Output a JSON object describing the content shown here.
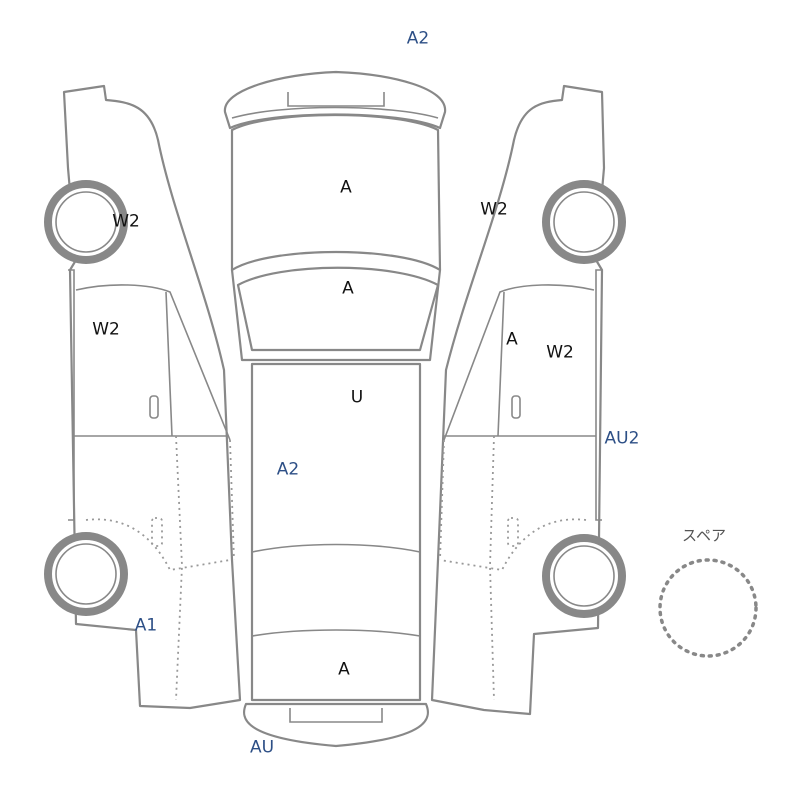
{
  "colors": {
    "marker_black": "#111111",
    "marker_blue": "#2d4f86",
    "outline": "#888888"
  },
  "diagram": {
    "views": [
      "left-side",
      "top",
      "right-side"
    ],
    "markers": [
      {
        "id": "top-roof-a2",
        "text": "A2",
        "color": "blue"
      },
      {
        "id": "hood-a",
        "text": "A",
        "color": "black"
      },
      {
        "id": "windshield-a",
        "text": "A",
        "color": "black"
      },
      {
        "id": "roof-u",
        "text": "U",
        "color": "black"
      },
      {
        "id": "roof-side-a2",
        "text": "A2",
        "color": "blue"
      },
      {
        "id": "trunk-a",
        "text": "A",
        "color": "black"
      },
      {
        "id": "rear-bumper-au",
        "text": "AU",
        "color": "blue"
      },
      {
        "id": "left-front-w2",
        "text": "W2",
        "color": "black"
      },
      {
        "id": "left-door-w2",
        "text": "W2",
        "color": "black"
      },
      {
        "id": "left-rear-a1",
        "text": "A1",
        "color": "blue"
      },
      {
        "id": "right-front-w2",
        "text": "W2",
        "color": "black"
      },
      {
        "id": "right-door-a",
        "text": "A",
        "color": "black"
      },
      {
        "id": "right-door-w2",
        "text": "W2",
        "color": "black"
      },
      {
        "id": "right-sill-au2",
        "text": "AU2",
        "color": "blue"
      }
    ],
    "spare": {
      "label": "スペア"
    }
  }
}
